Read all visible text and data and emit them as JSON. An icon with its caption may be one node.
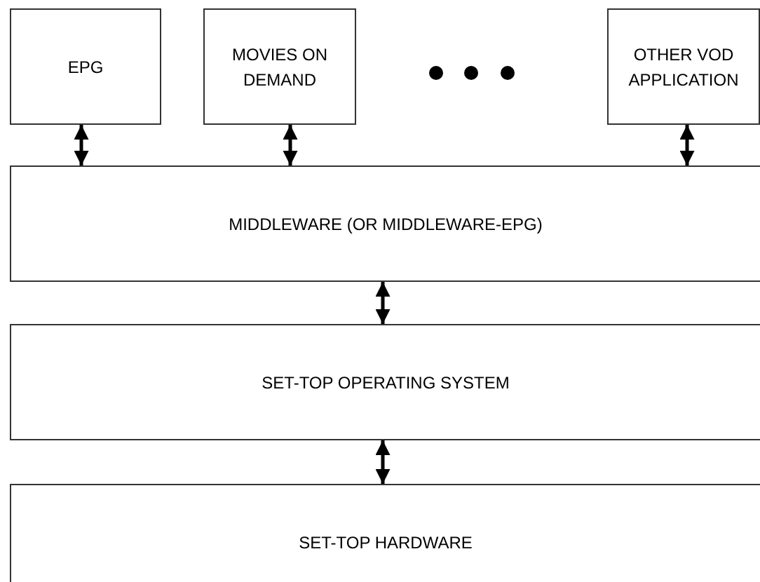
{
  "diagram": {
    "nodes": [
      {
        "text": [
          "EPG"
        ]
      },
      {
        "text": [
          "MOVIES ON DEMAND"
        ]
      },
      {
        "text": [
          "OTHER VOD APPLICATION"
        ]
      },
      {
        "text": [
          "MIDDLEWARE (OR MIDDLEWARE-EPG)"
        ]
      },
      {
        "text": [
          "SET-TOP OPERATING SYSTEM"
        ]
      },
      {
        "text": [
          "SET-TOP HARDWARE"
        ]
      }
    ],
    "edges": [
      {
        "from": 0,
        "to": 3,
        "arrow": "both"
      },
      {
        "from": 1,
        "to": 3,
        "arrow": "both"
      },
      {
        "from": 2,
        "to": 3,
        "arrow": "both"
      },
      {
        "from": 3,
        "to": 4,
        "arrow": "both"
      },
      {
        "from": 4,
        "to": 5,
        "arrow": "both"
      }
    ]
  }
}
